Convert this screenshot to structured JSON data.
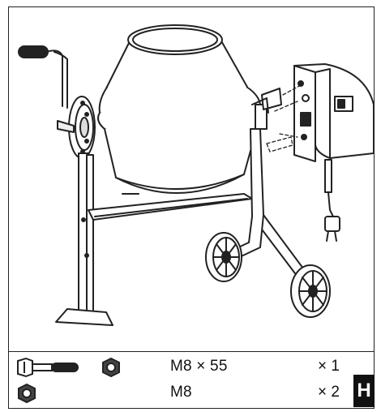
{
  "diagram": {
    "subject": "cement mixer assembly"
  },
  "parts": [
    {
      "spec": "M8 × 55",
      "qty": "× 1",
      "icons": [
        "bolt-icon",
        "nut-icon"
      ]
    },
    {
      "spec": "M8",
      "qty": "× 2",
      "icons": [
        "nut-icon"
      ]
    }
  ],
  "step": {
    "label": "H"
  },
  "colors": {
    "line": "#222222",
    "badge": "#111111",
    "paper": "#ffffff"
  }
}
